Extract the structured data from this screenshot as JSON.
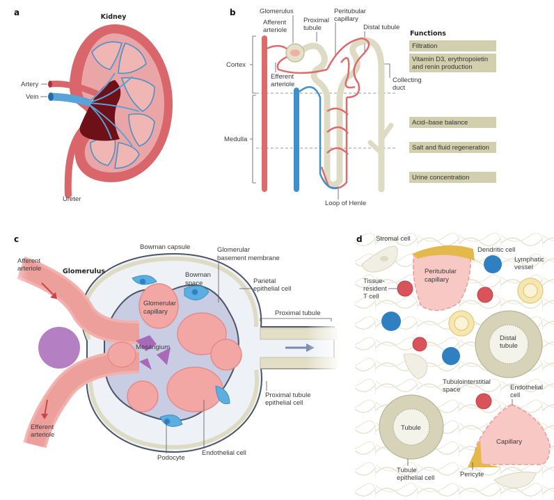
{
  "panels": {
    "a": {
      "letter": "a",
      "title": "Kidney",
      "labels": {
        "artery": "Artery",
        "vein": "Vein",
        "ureter": "Ureter"
      }
    },
    "b": {
      "letter": "b",
      "labels": {
        "glomerulus": "Glomerulus",
        "afferent_1": "Afferent",
        "afferent_2": "arteriole",
        "proximal_1": "Proximal",
        "proximal_2": "tubule",
        "peritubular_1": "Peritubular",
        "peritubular_2": "capillary",
        "distal": "Distal tubule",
        "efferent_1": "Efferent",
        "efferent_2": "arteriole",
        "collecting_1": "Collecting",
        "collecting_2": "duct",
        "cortex": "Cortex",
        "medulla": "Medulla",
        "loop": "Loop of Henle"
      },
      "functions_title": "Functions",
      "functions": [
        {
          "line1": "Filtration",
          "line2": ""
        },
        {
          "line1": "Vitamin D3, erythropoietin",
          "line2": "and renin production"
        },
        {
          "line1": "Acid–base balance",
          "line2": ""
        },
        {
          "line1": "Salt and fluid regeneration",
          "line2": ""
        },
        {
          "line1": "Urine concentration",
          "line2": ""
        }
      ]
    },
    "c": {
      "letter": "c",
      "title": "Glomerulus",
      "labels": {
        "afferent_1": "Afferent",
        "afferent_2": "arteriole",
        "bowman_capsule": "Bowman capsule",
        "gbm_1": "Glomerular",
        "gbm_2": "basement membrane",
        "bowman_space_1": "Bowman",
        "bowman_space_2": "space",
        "parietal_1": "Parietal",
        "parietal_2": "epithelial cell",
        "glom_cap_1": "Glomerular",
        "glom_cap_2": "capillary",
        "proximal_tubule": "Proximal tubule",
        "mesangium": "Mesangium",
        "pt_cell_1": "Proximal tubule",
        "pt_cell_2": "epithelial cell",
        "efferent_1": "Efferent",
        "efferent_2": "arteriole",
        "podocyte": "Podocyte",
        "endothelial": "Endothelial cell"
      }
    },
    "d": {
      "letter": "d",
      "labels": {
        "stromal": "Stromal cell",
        "peritubular_1": "Peritubular",
        "peritubular_2": "capillary",
        "dendritic": "Dendritic cell",
        "lymphatic_1": "Lymphatic",
        "lymphatic_2": "vessel",
        "trm_1": "Tissue-",
        "trm_2": "resident",
        "trm_3": "T cell",
        "distal_1": "Distal",
        "distal_2": "tubule",
        "interstitial_1": "Tubulointerstitial",
        "interstitial_2": "space",
        "endo_1": "Endothelial",
        "endo_2": "cell",
        "tubule": "Tubule",
        "capillary": "Capillary",
        "tec_1": "Tubule",
        "tec_2": "epithelial cell",
        "pericyte": "Pericyte"
      }
    }
  },
  "colors": {
    "artery": "#dc6b6b",
    "vein": "#3f8fcb",
    "tubule": "#dedbc4",
    "tubule_stroke": "#b9b595",
    "kidney_outer": "#d9666a",
    "kidney_inner": "#eaa6a6",
    "kidney_dark": "#6e1018",
    "capillary": "#f2a7a4",
    "podocyte": "#5aaee0",
    "mesangium": "#a86ab8",
    "function_box": "#d2cfae",
    "capsule_stroke": "#4b5563",
    "space": "#eef2f6",
    "tuft_bg": "#c9cde3",
    "dendritic": "#2f7fc1",
    "tcell": "#d9545a",
    "lymphatic": "#f6e6b0",
    "pericyte": "#e2b94a"
  }
}
